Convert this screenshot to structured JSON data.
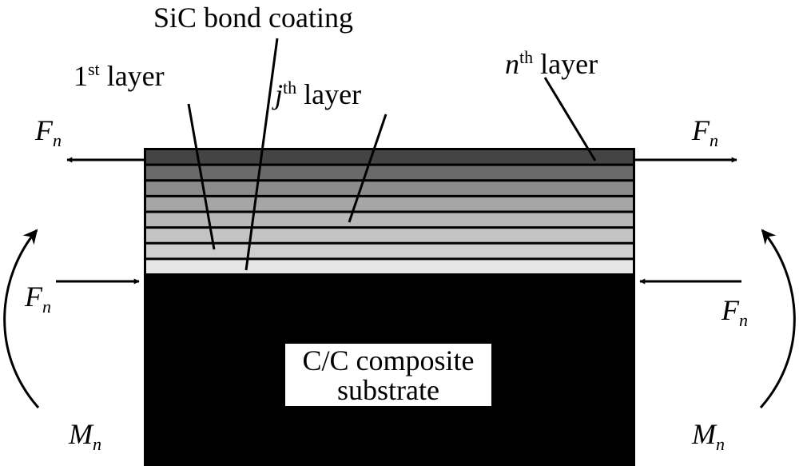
{
  "labels": {
    "sic_bond": "SiC bond coating",
    "first_layer": {
      "num": "1",
      "sup": "st",
      "word": " layer"
    },
    "jth_layer": {
      "var": "j",
      "sup": "th",
      "word": " layer"
    },
    "nth_layer": {
      "var": "n",
      "sup": "th",
      "word": " layer"
    },
    "substrate_line1": "C/C composite",
    "substrate_line2": "substrate",
    "force": {
      "sym": "F",
      "sub": "n"
    },
    "moment": {
      "sym": "M",
      "sub": "n"
    }
  },
  "colors": {
    "substrate": "#000000",
    "bond_coat": "#e6e6e6",
    "separator": "#000000",
    "layers_bottom_to_top": [
      "#cfcfcf",
      "#c4c4c4",
      "#b8b8b8",
      "#a6a6a6",
      "#8c8c8c",
      "#6a6a6a",
      "#444444"
    ]
  }
}
